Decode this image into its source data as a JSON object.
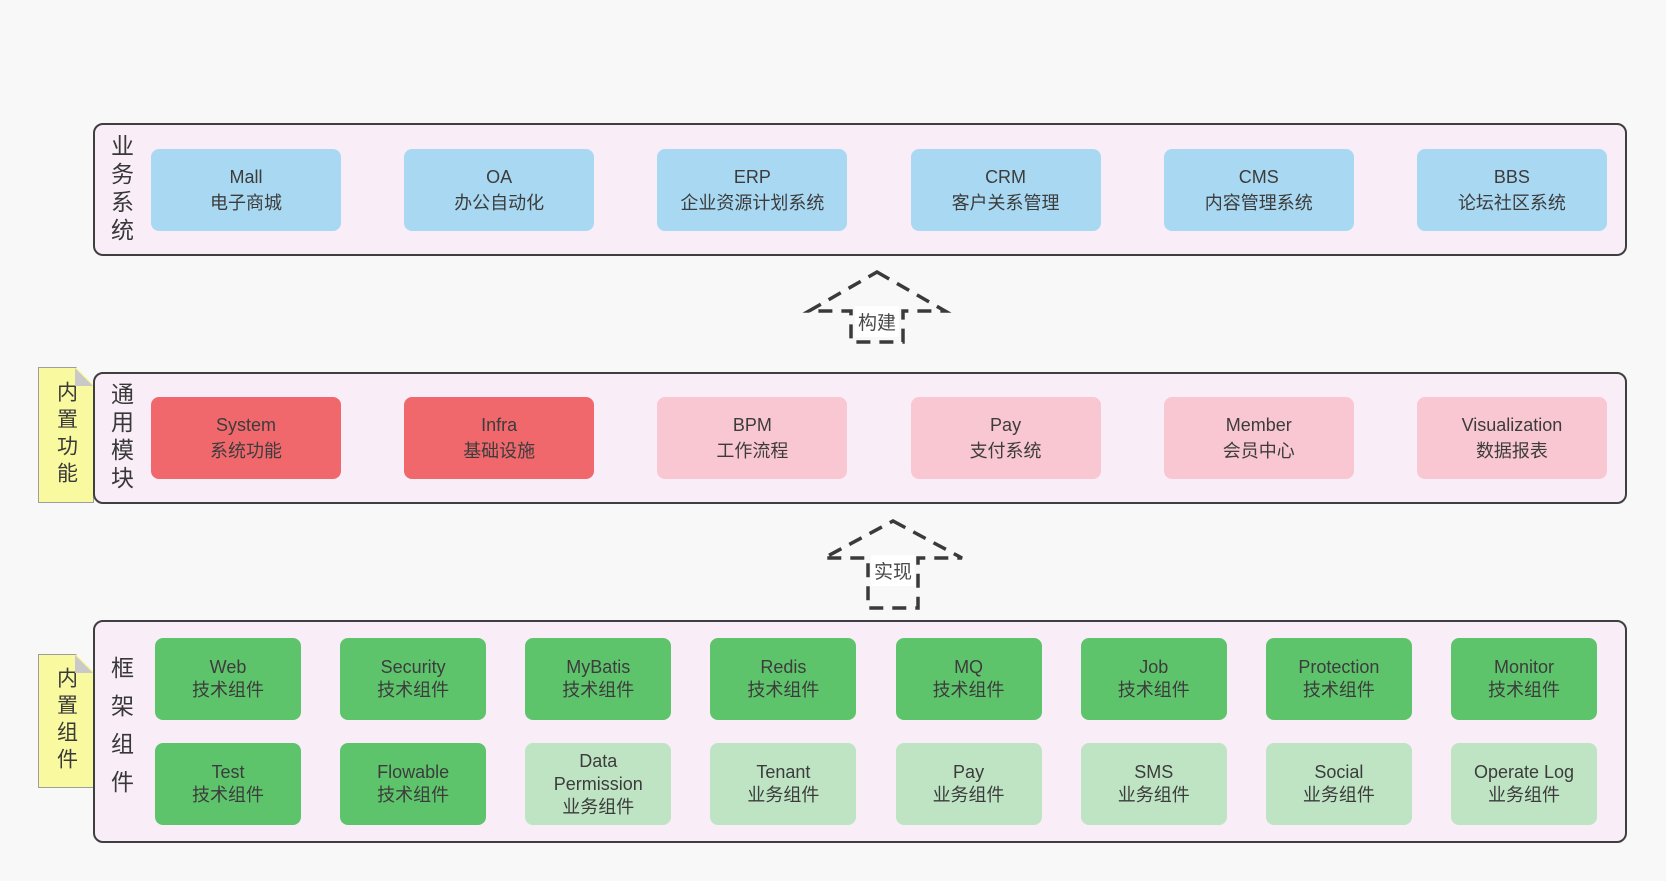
{
  "colors": {
    "pageBg": "#f8f8f8",
    "panelBg": "#f9eef8",
    "panelBorder": "#3f3f3f",
    "blue": "#a9d9f2",
    "red": "#f0686c",
    "pink": "#f9c7d2",
    "greenDark": "#5ec46c",
    "greenLight": "#bee4c4",
    "noteYellow": "#f9f9a0",
    "noteFold": "#c9c9c9",
    "text": "#3c3c3c"
  },
  "arrows": {
    "build": {
      "label": "构建"
    },
    "implement": {
      "label": "实现"
    }
  },
  "sections": {
    "business": {
      "label": "业务系统",
      "items": [
        {
          "en": "Mall",
          "zh": "电子商城"
        },
        {
          "en": "OA",
          "zh": "办公自动化"
        },
        {
          "en": "ERP",
          "zh": "企业资源计划系统"
        },
        {
          "en": "CRM",
          "zh": "客户关系管理"
        },
        {
          "en": "CMS",
          "zh": "内容管理系统"
        },
        {
          "en": "BBS",
          "zh": "论坛社区系统"
        }
      ]
    },
    "modules": {
      "label": "通用模块",
      "note": "内置功能",
      "items": [
        {
          "en": "System",
          "zh": "系统功能"
        },
        {
          "en": "Infra",
          "zh": "基础设施"
        },
        {
          "en": "BPM",
          "zh": "工作流程"
        },
        {
          "en": "Pay",
          "zh": "支付系统"
        },
        {
          "en": "Member",
          "zh": "会员中心"
        },
        {
          "en": "Visualization",
          "zh": "数据报表"
        }
      ]
    },
    "components": {
      "label": "框架组件",
      "note": "内置组件",
      "rows": [
        [
          {
            "en": "Web",
            "zh": "技术组件"
          },
          {
            "en": "Security",
            "zh": "技术组件"
          },
          {
            "en": "MyBatis",
            "zh": "技术组件"
          },
          {
            "en": "Redis",
            "zh": "技术组件"
          },
          {
            "en": "MQ",
            "zh": "技术组件"
          },
          {
            "en": "Job",
            "zh": "技术组件"
          },
          {
            "en": "Protection",
            "zh": "技术组件"
          },
          {
            "en": "Monitor",
            "zh": "技术组件"
          }
        ],
        [
          {
            "en": "Test",
            "zh": "技术组件"
          },
          {
            "en": "Flowable",
            "zh": "技术组件"
          },
          {
            "en": "Data Permission",
            "zh": "业务组件"
          },
          {
            "en": "Tenant",
            "zh": "业务组件"
          },
          {
            "en": "Pay",
            "zh": "业务组件"
          },
          {
            "en": "SMS",
            "zh": "业务组件"
          },
          {
            "en": "Social",
            "zh": "业务组件"
          },
          {
            "en": "Operate Log",
            "zh": "业务组件"
          }
        ]
      ]
    }
  }
}
